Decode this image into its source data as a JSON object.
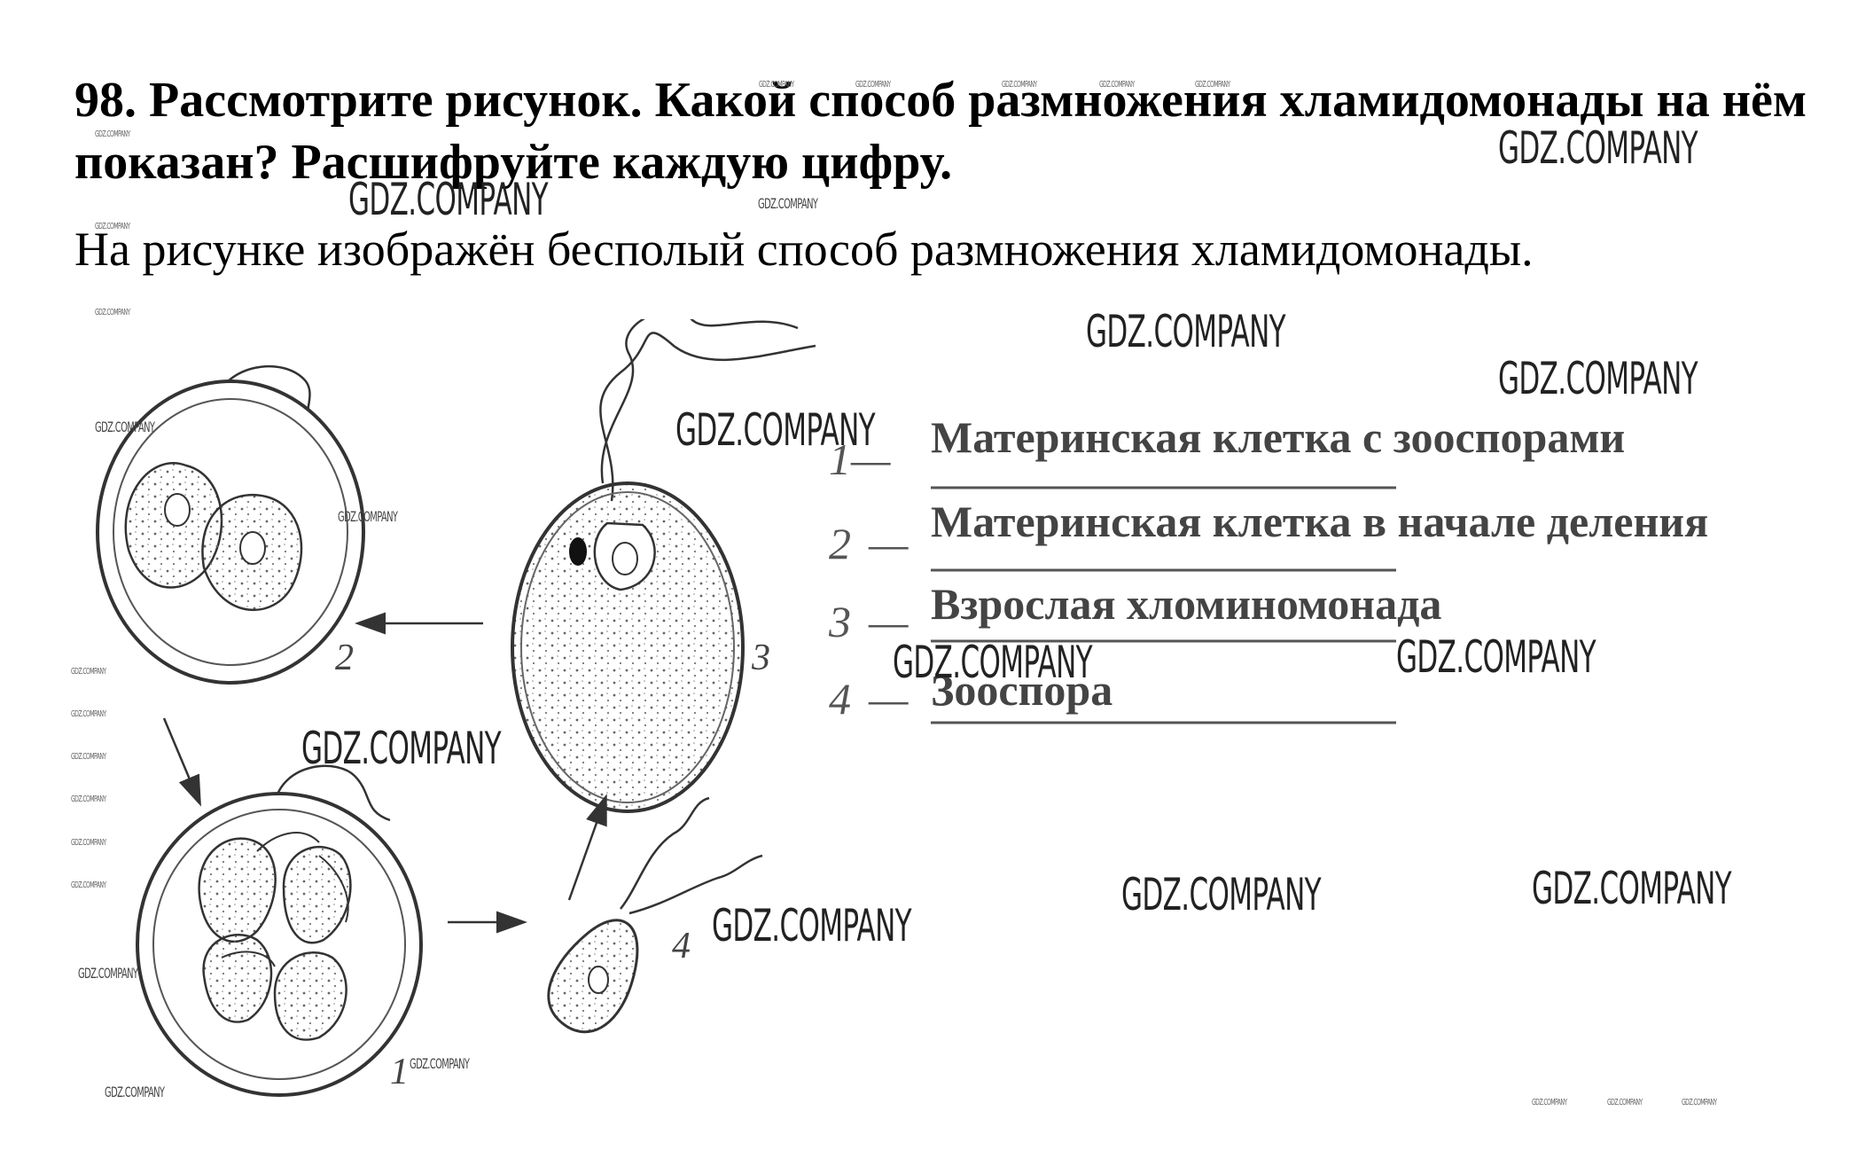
{
  "question": "98. Рассмотрите рисунок. Какой способ размножения хламидомонады на нём показан? Расшифруйте каждую цифру.",
  "answer": "На рисунке изображён бесполый способ размножения хламидомонады.",
  "legend": [
    {
      "num": "1",
      "dash": "—",
      "text": "Материнская клетка с зооспорами"
    },
    {
      "num": "2",
      "dash": "—",
      "text": "Материнская клетка в начале деления"
    },
    {
      "num": "3",
      "dash": "—",
      "text": "Взрослая хломиномонада"
    },
    {
      "num": "4",
      "dash": "—",
      "text": "Зооспора"
    }
  ],
  "figure_labels": {
    "l1": "1",
    "l2": "2",
    "l3": "3",
    "l4": "4"
  },
  "watermark": "GDZ.COMPANY"
}
